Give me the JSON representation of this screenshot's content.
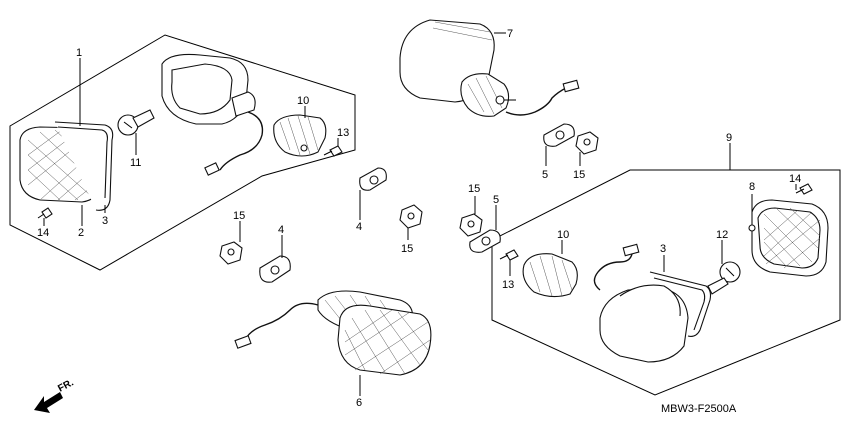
{
  "diagram_code": "MBW3-F2500A",
  "direction_label": "FR.",
  "callouts": {
    "c1": "1",
    "c2": "2",
    "c3": "3",
    "c4": "4",
    "c5": "5",
    "c6": "6",
    "c7": "7",
    "c8": "8",
    "c9": "9",
    "c10": "10",
    "c11": "11",
    "c12": "12",
    "c13": "13",
    "c14": "14",
    "c15": "15"
  },
  "icons": {
    "direction": "arrow-icon"
  }
}
